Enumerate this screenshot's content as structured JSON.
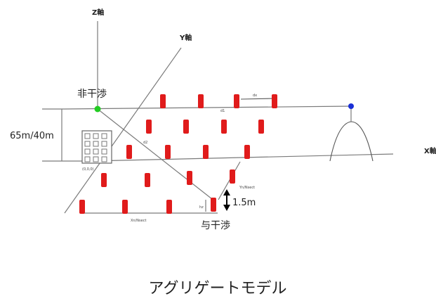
{
  "axes": {
    "z_label": "Z軸",
    "y_label": "Y軸",
    "x_label": "X軸"
  },
  "labels": {
    "non_interfering": "非干渉",
    "interfering": "与干渉",
    "height_dim": "65m/40m",
    "spacing_dim": "1.5m",
    "origin": "(0,0,0)",
    "dx": "dx",
    "d1": "d1",
    "d2": "d2",
    "yn": "Yn/Nsect",
    "xn": "Xn/Nsect",
    "hz": "hz"
  },
  "caption": "アグリゲートモデル",
  "colors": {
    "source_marker": "#22cc22",
    "receiver_marker": "#1a2fd6",
    "turbine": "#e01b1b",
    "axis": "#7a7a7a"
  }
}
